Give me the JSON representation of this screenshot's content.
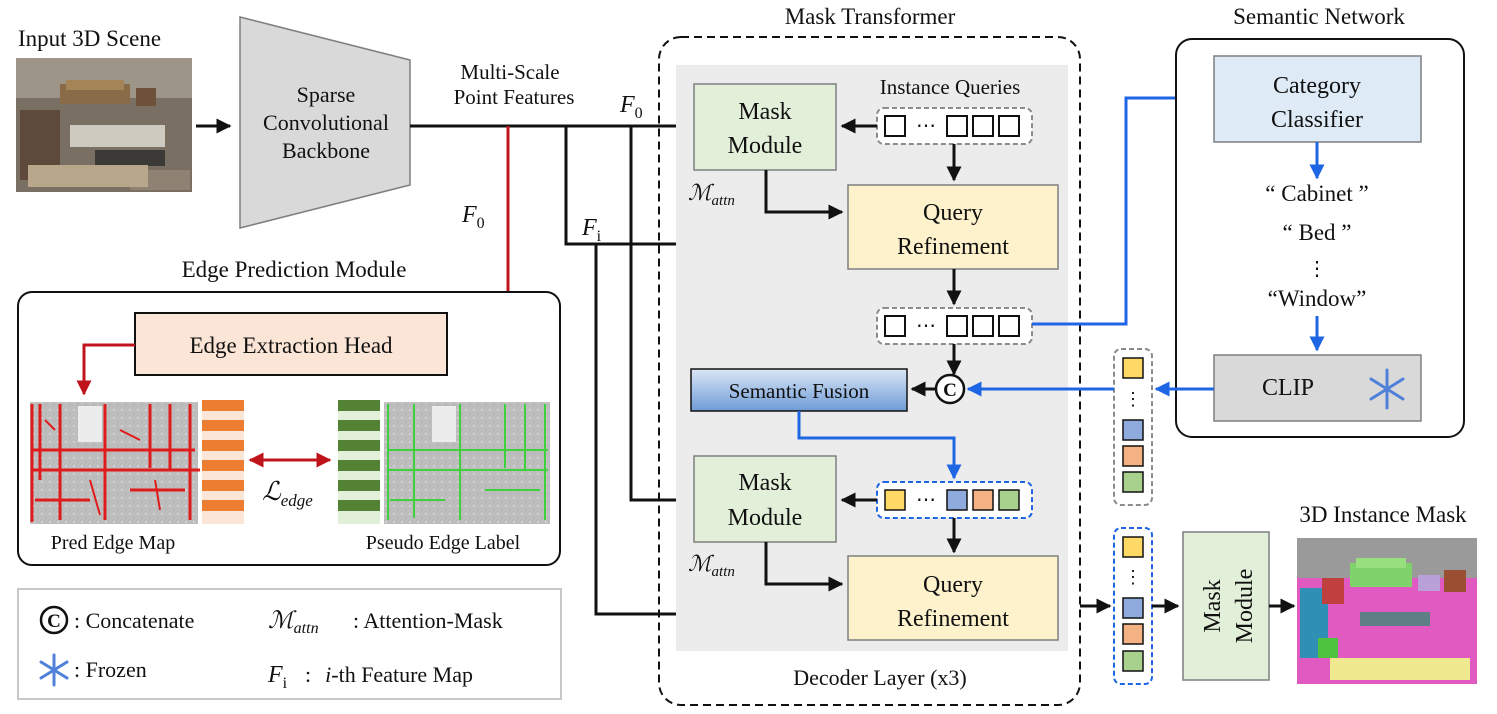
{
  "input": {
    "title": "Input 3D Scene"
  },
  "backbone": {
    "line1": "Sparse",
    "line2": "Convolutional",
    "line3": "Backbone"
  },
  "multiscale": {
    "line1": "Multi-Scale",
    "line2": "Point Features"
  },
  "features": {
    "f0": "F",
    "f0_sub": "0",
    "fi": "F",
    "fi_sub": "i"
  },
  "mask_transformer": {
    "title": "Mask Transformer",
    "decoder_label": "Decoder Layer (x3)",
    "instance_queries": "Instance Queries",
    "mask_module": {
      "line1": "Mask",
      "line2": "Module"
    },
    "query_refinement": {
      "line1": "Query",
      "line2": "Refinement"
    },
    "attn": "ℳ",
    "attn_sub": "attn",
    "ellipsis": "⋯",
    "semantic_fusion": "Semantic Fusion",
    "concat_symbol": "C"
  },
  "semantic_network": {
    "title": "Semantic Network",
    "classifier_line1": "Category",
    "classifier_line2": "Classifier",
    "labels": [
      "“ Cabinet ”",
      "“ Bed ”",
      "⋮",
      "“Window”"
    ],
    "clip": "CLIP"
  },
  "edge": {
    "title": "Edge Prediction Module",
    "head": "Edge Extraction Head",
    "loss": "ℒ",
    "loss_sub": "edge",
    "pred_caption": "Pred Edge Map",
    "pseudo_caption": "Pseudo Edge Label"
  },
  "output": {
    "title": "3D Instance Mask",
    "mask_module": {
      "line1": "Mask",
      "line2": "Module"
    }
  },
  "legend": {
    "concat_symbol": "C",
    "concat": ": Concatenate",
    "frozen": ": Frozen",
    "attn_symbol": "ℳ",
    "attn_sub": "attn",
    "attn_desc": ": Attention-Mask",
    "fi_symbol": "F",
    "fi_sub": "i",
    "fi_desc_pre": ":",
    "fi_desc_i": "i",
    "fi_desc_post": "-th Feature Map"
  },
  "colors": {
    "black_arrow": "#111111",
    "blue_arrow": "#1f66e5",
    "red_arrow": "#c0141c",
    "mask_module_fill": "#e2efd9",
    "query_ref_fill": "#fef2cc",
    "classifier_fill": "#deebf7",
    "edge_head_fill": "#fbe5d6",
    "clip_fill": "#d9d9d9",
    "panel_gray": "#ececec",
    "token_yellow": "#ffd966",
    "token_blue": "#8faadc",
    "token_orange": "#f4b183",
    "token_green": "#a9d18e"
  }
}
